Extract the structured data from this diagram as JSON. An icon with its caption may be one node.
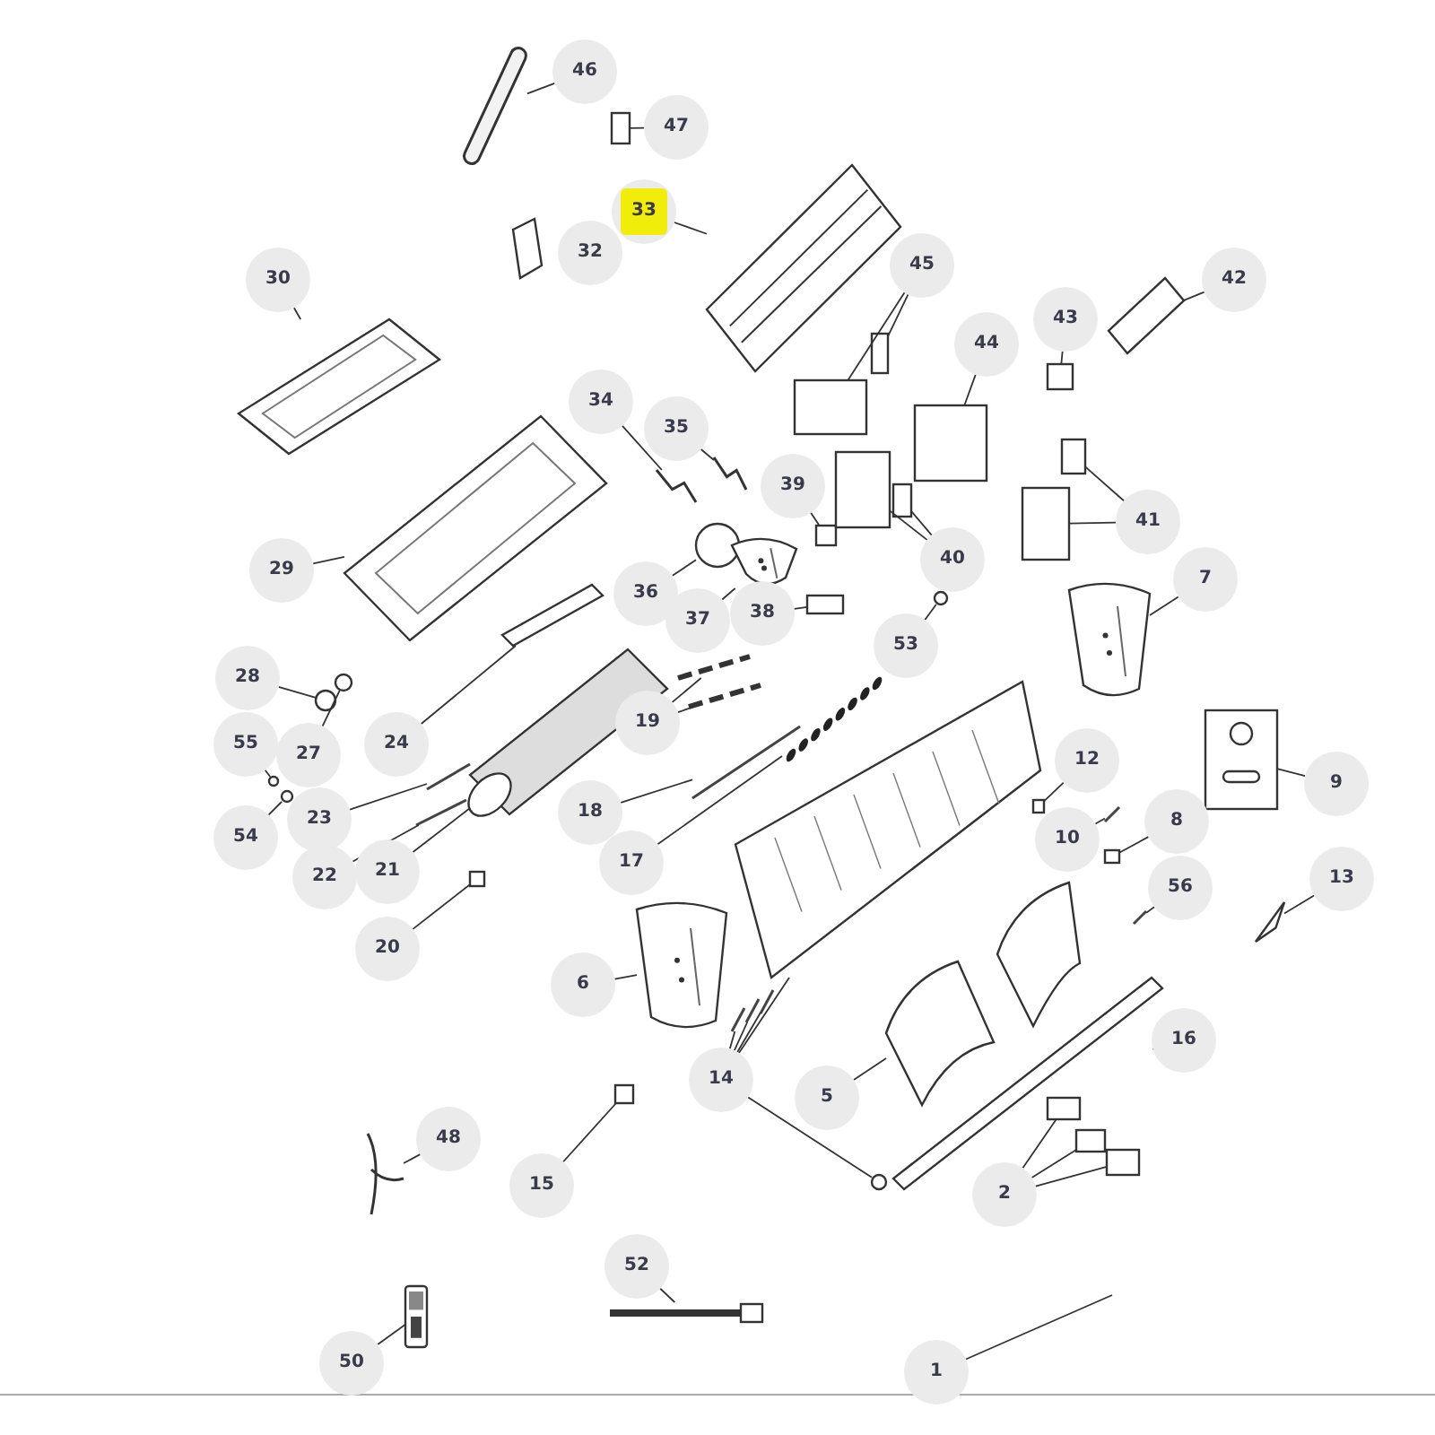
{
  "diagram": {
    "nodes": [
      {
        "text": [
          "46"
        ]
      },
      {
        "text": [
          "47"
        ]
      },
      {
        "text": [
          "33"
        ]
      },
      {
        "text": [
          "32"
        ]
      },
      {
        "text": [
          "45"
        ]
      },
      {
        "text": [
          "30"
        ]
      },
      {
        "text": [
          "42"
        ]
      },
      {
        "text": [
          "43"
        ]
      },
      {
        "text": [
          "44"
        ]
      },
      {
        "text": [
          "34"
        ]
      },
      {
        "text": [
          "35"
        ]
      },
      {
        "text": [
          "39"
        ]
      },
      {
        "text": [
          "41"
        ]
      },
      {
        "text": [
          "40"
        ]
      },
      {
        "text": [
          "29"
        ]
      },
      {
        "text": [
          "7"
        ]
      },
      {
        "text": [
          "36"
        ]
      },
      {
        "text": [
          "38"
        ]
      },
      {
        "text": [
          "37"
        ]
      },
      {
        "text": [
          "53"
        ]
      },
      {
        "text": [
          "28"
        ]
      },
      {
        "text": [
          "19"
        ]
      },
      {
        "text": [
          "24"
        ]
      },
      {
        "text": [
          "55"
        ]
      },
      {
        "text": [
          "27"
        ]
      },
      {
        "text": [
          "12"
        ]
      },
      {
        "text": [
          "9"
        ]
      },
      {
        "text": [
          "18"
        ]
      },
      {
        "text": [
          "23"
        ]
      },
      {
        "text": [
          "8"
        ]
      },
      {
        "text": [
          "54"
        ]
      },
      {
        "text": [
          "10"
        ]
      },
      {
        "text": [
          "17"
        ]
      },
      {
        "text": [
          "21"
        ]
      },
      {
        "text": [
          "22"
        ]
      },
      {
        "text": [
          "13"
        ]
      },
      {
        "text": [
          "56"
        ]
      },
      {
        "text": [
          "20"
        ]
      },
      {
        "text": [
          "6"
        ]
      },
      {
        "text": [
          "16"
        ]
      },
      {
        "text": [
          "14"
        ]
      },
      {
        "text": [
          "5"
        ]
      },
      {
        "text": [
          "48"
        ]
      },
      {
        "text": [
          "15"
        ]
      },
      {
        "text": [
          "2"
        ]
      },
      {
        "text": [
          "52"
        ]
      },
      {
        "text": [
          "50"
        ]
      },
      {
        "text": [
          "1"
        ]
      },
      {
        "text": [],
        "shape": "picture"
      },
      {
        "text": [],
        "shape": "box"
      },
      {
        "text": [],
        "shape": "picture"
      },
      {
        "text": [],
        "shape": "box"
      },
      {
        "text": [],
        "shape": "box"
      },
      {
        "text": [],
        "shape": "picture"
      },
      {
        "text": [],
        "shape": "picture"
      },
      {
        "text": [],
        "shape": "box"
      },
      {
        "text": [],
        "shape": "box"
      },
      {
        "text": [],
        "shape": "picture"
      },
      {
        "text": [],
        "shape": "picture"
      },
      {
        "text": [],
        "shape": "box"
      },
      {
        "text": [],
        "shape": "box"
      },
      {
        "text": [],
        "shape": "box"
      },
      {
        "text": [],
        "shape": "box"
      },
      {
        "text": [],
        "shape": "box"
      },
      {
        "text": [],
        "shape": "picture"
      },
      {
        "text": [],
        "shape": "picture"
      },
      {
        "text": [],
        "shape": "circle"
      },
      {
        "text": [],
        "shape": "box"
      },
      {
        "text": [],
        "shape": "picture"
      },
      {
        "text": [],
        "shape": "circle"
      },
      {
        "text": [],
        "shape": "circle"
      },
      {
        "text": [],
        "shape": "picture"
      },
      {
        "text": [],
        "shape": "picture"
      },
      {
        "text": [],
        "shape": "picture"
      },
      {
        "text": [],
        "shape": "circle"
      },
      {
        "text": [],
        "shape": "circle"
      },
      {
        "text": [],
        "shape": "box"
      },
      {
        "text": [],
        "shape": "picture"
      },
      {
        "text": [],
        "shape": "picture"
      },
      {
        "text": [],
        "shape": "picture"
      },
      {
        "text": [],
        "shape": "box"
      },
      {
        "text": [],
        "shape": "circle"
      },
      {
        "text": [],
        "shape": "picture"
      },
      {
        "text": [],
        "shape": "picture"
      },
      {
        "text": [],
        "shape": "picture"
      },
      {
        "text": [],
        "shape": "picture"
      },
      {
        "text": [],
        "shape": "picture"
      },
      {
        "text": [],
        "shape": "picture"
      },
      {
        "text": [],
        "shape": "box"
      },
      {
        "text": [],
        "shape": "picture"
      },
      {
        "text": [],
        "shape": "picture"
      },
      {
        "text": [],
        "shape": "picture"
      },
      {
        "text": [],
        "shape": "picture"
      },
      {
        "text": [],
        "shape": "picture"
      },
      {
        "text": [],
        "shape": "picture"
      },
      {
        "text": [],
        "shape": "circle"
      },
      {
        "text": [],
        "shape": "picture"
      },
      {
        "text": [],
        "shape": "picture"
      },
      {
        "text": [],
        "shape": "box"
      },
      {
        "text": [],
        "shape": "box"
      },
      {
        "text": [],
        "shape": "box"
      },
      {
        "text": [],
        "shape": "box"
      },
      {
        "text": [],
        "shape": "picture"
      },
      {
        "text": [],
        "shape": "picture"
      }
    ],
    "edges": [
      {
        "from": 0,
        "to": 48,
        "arrow": "none"
      },
      {
        "from": 1,
        "to": 49,
        "arrow": "none"
      },
      {
        "from": 2,
        "to": 50,
        "arrow": "none"
      },
      {
        "from": 4,
        "to": 51,
        "arrow": "none"
      },
      {
        "from": 4,
        "to": 52,
        "arrow": "none"
      },
      {
        "from": 5,
        "to": 53,
        "arrow": "none"
      },
      {
        "from": 6,
        "to": 54,
        "arrow": "none"
      },
      {
        "from": 7,
        "to": 55,
        "arrow": "none"
      },
      {
        "from": 8,
        "to": 56,
        "arrow": "none"
      },
      {
        "from": 9,
        "to": 57,
        "arrow": "none"
      },
      {
        "from": 10,
        "to": 58,
        "arrow": "none"
      },
      {
        "from": 11,
        "to": 59,
        "arrow": "none"
      },
      {
        "from": 12,
        "to": 60,
        "arrow": "none"
      },
      {
        "from": 12,
        "to": 61,
        "arrow": "none"
      },
      {
        "from": 13,
        "to": 62,
        "arrow": "none"
      },
      {
        "from": 13,
        "to": 63,
        "arrow": "none"
      },
      {
        "from": 14,
        "to": 64,
        "arrow": "none"
      },
      {
        "from": 15,
        "to": 65,
        "arrow": "none"
      },
      {
        "from": 16,
        "to": 66,
        "arrow": "none"
      },
      {
        "from": 17,
        "to": 67,
        "arrow": "none"
      },
      {
        "from": 18,
        "to": 68,
        "arrow": "none"
      },
      {
        "from": 19,
        "to": 69,
        "arrow": "none"
      },
      {
        "from": 20,
        "to": 70,
        "arrow": "none"
      },
      {
        "from": 21,
        "to": 71,
        "arrow": "none"
      },
      {
        "from": 21,
        "to": 72,
        "arrow": "none"
      },
      {
        "from": 22,
        "to": 73,
        "arrow": "none"
      },
      {
        "from": 23,
        "to": 74,
        "arrow": "none"
      },
      {
        "from": 24,
        "to": 75,
        "arrow": "none"
      },
      {
        "from": 25,
        "to": 76,
        "arrow": "none"
      },
      {
        "from": 26,
        "to": 77,
        "arrow": "none"
      },
      {
        "from": 27,
        "to": 78,
        "arrow": "none"
      },
      {
        "from": 28,
        "to": 79,
        "arrow": "none"
      },
      {
        "from": 29,
        "to": 80,
        "arrow": "none"
      },
      {
        "from": 30,
        "to": 81,
        "arrow": "none"
      },
      {
        "from": 31,
        "to": 82,
        "arrow": "none"
      },
      {
        "from": 32,
        "to": 83,
        "arrow": "none"
      },
      {
        "from": 33,
        "to": 84,
        "arrow": "none"
      },
      {
        "from": 34,
        "to": 85,
        "arrow": "none"
      },
      {
        "from": 35,
        "to": 86,
        "arrow": "none"
      },
      {
        "from": 36,
        "to": 87,
        "arrow": "none"
      },
      {
        "from": 37,
        "to": 88,
        "arrow": "none"
      },
      {
        "from": 38,
        "to": 89,
        "arrow": "none"
      },
      {
        "from": 39,
        "to": 90,
        "arrow": "none"
      },
      {
        "from": 40,
        "to": 91,
        "arrow": "none"
      },
      {
        "from": 40,
        "to": 92,
        "arrow": "none"
      },
      {
        "from": 40,
        "to": 93,
        "arrow": "none"
      },
      {
        "from": 40,
        "to": 94,
        "arrow": "none"
      },
      {
        "from": 40,
        "to": 95,
        "arrow": "none"
      },
      {
        "from": 41,
        "to": 96,
        "arrow": "none"
      },
      {
        "from": 42,
        "to": 97,
        "arrow": "none"
      },
      {
        "from": 43,
        "to": 98,
        "arrow": "none"
      },
      {
        "from": 44,
        "to": 99,
        "arrow": "none"
      },
      {
        "from": 44,
        "to": 100,
        "arrow": "none"
      },
      {
        "from": 44,
        "to": 101,
        "arrow": "none"
      },
      {
        "from": 45,
        "to": 102,
        "arrow": "none"
      },
      {
        "from": 46,
        "to": 103,
        "arrow": "none"
      },
      {
        "from": 47,
        "to": null,
        "arrow": "none"
      }
    ]
  }
}
